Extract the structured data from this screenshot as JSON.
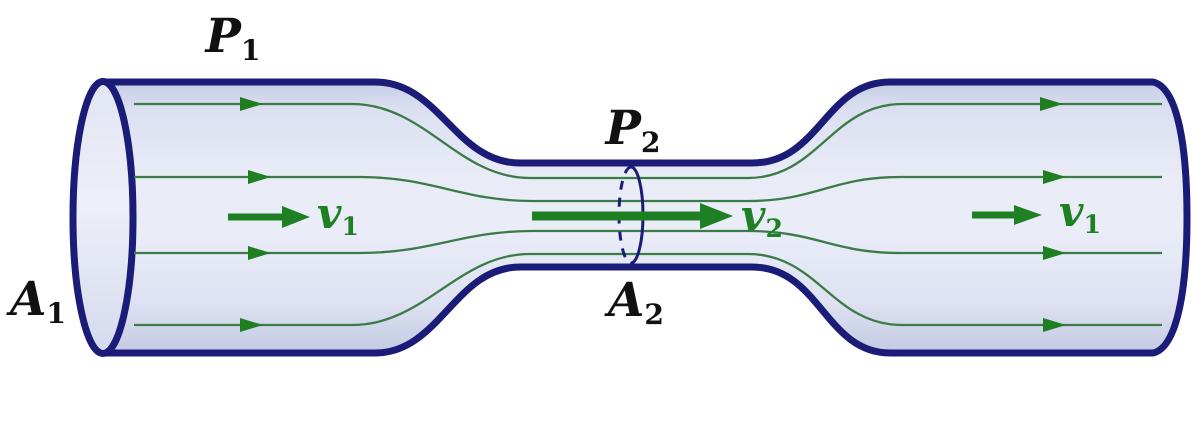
{
  "figure": {
    "labels": {
      "p1": {
        "base": "P",
        "sub": "1"
      },
      "p2": {
        "base": "P",
        "sub": "2"
      },
      "a1": {
        "base": "A",
        "sub": "1"
      },
      "a2": {
        "base": "A",
        "sub": "2"
      },
      "v1_left": {
        "base": "v",
        "sub": "1"
      },
      "v2": {
        "base": "v",
        "sub": "2"
      },
      "v1_right": {
        "base": "v",
        "sub": "1"
      }
    },
    "colors": {
      "outline": "#1b1b78",
      "streamline": "#3c7b47",
      "streamline_arrow": "#1f7d22",
      "arrow": "#1e8022",
      "label_dark": "#111111",
      "label_green": "#1e8022"
    }
  }
}
